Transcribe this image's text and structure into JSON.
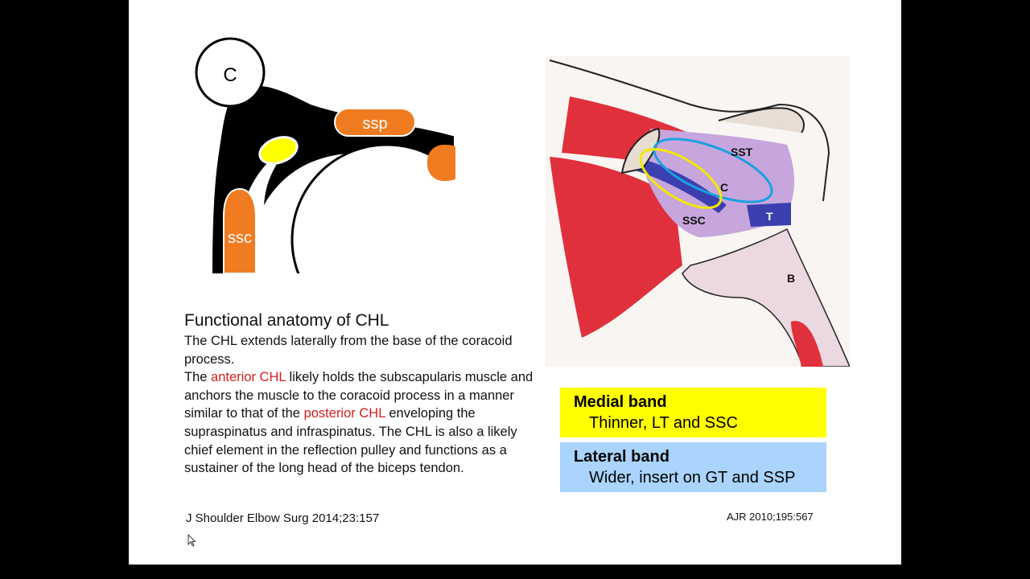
{
  "left_diagram": {
    "label_c": "C",
    "label_ssp": "ssp",
    "label_ssc": "ssc"
  },
  "right_diagram": {
    "label_sst": "SST",
    "label_c": "C",
    "label_ssc": "SSC",
    "label_t": "T",
    "label_b": "B"
  },
  "text": {
    "heading": "Functional anatomy of CHL",
    "para1": "The CHL extends laterally from the base of the coracoid process.",
    "para2_pre": "The ",
    "para2_red1": "anterior CHL",
    "para2_mid": " likely holds the subscapularis muscle and anchors the muscle to the coracoid process in a manner similar to that of the ",
    "para2_red2": "posterior CHL",
    "para2_post": " enveloping the supraspinatus  and infraspinatus. The CHL is also a likely chief element in the reflection pulley and functions as a sustainer of the long head of the biceps tendon."
  },
  "citations": {
    "left": "J Shoulder Elbow Surg 2014;23:157",
    "right": "AJR 2010;195:567"
  },
  "bands": {
    "medial": {
      "title": "Medial band",
      "desc": "Thinner, LT and SSC",
      "color": "#ffff00"
    },
    "lateral": {
      "title": "Lateral band",
      "desc": "Wider, insert on GT and SSP",
      "color": "#aad4fb"
    }
  },
  "colors": {
    "muscle_orange": "#f07b20",
    "muscle_red": "#e0303c",
    "tendon_blue": "#3b3fb0",
    "highlight_red_text": "#d41f1f"
  }
}
